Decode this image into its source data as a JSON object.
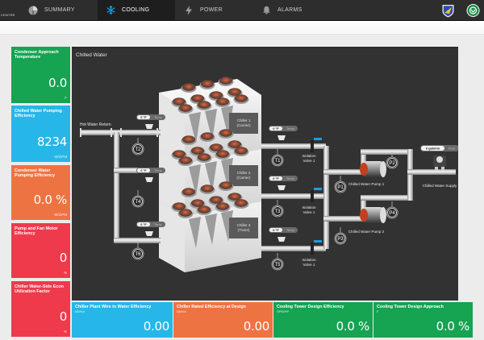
{
  "nav": {
    "corner_label": "CENTER",
    "tabs": [
      {
        "label": "SUMMARY",
        "icon": "pie-chart-icon",
        "active": false
      },
      {
        "label": "COOLING",
        "icon": "snowflake-icon",
        "active": true
      },
      {
        "label": "POWER",
        "icon": "lightning-icon",
        "active": false
      },
      {
        "label": "ALARMS",
        "icon": "bell-icon",
        "active": false
      }
    ],
    "logos": [
      "air-force-shield-logo",
      "green-circle-emblem-logo"
    ],
    "active_color": "#1e9be0"
  },
  "left_tiles": [
    {
      "title": "Condenser Approach Temperature",
      "value": "0.0",
      "unit": "F",
      "color": "#16a352"
    },
    {
      "title": "Chilled Water Pumping Efficiency",
      "value": "8234",
      "unit": "W/GPM",
      "color": "#27b6e8"
    },
    {
      "title": "Condenser Water Pumping Efficiency",
      "value": "0.0 %",
      "unit": "W/GPM",
      "color": "#ee7343"
    },
    {
      "title": "Pump and Fan Motor Efficiency",
      "value": "0",
      "unit": "%",
      "color": "#ef3a4c"
    },
    {
      "title": "Chiller Water-Side Econ Utilization Factor",
      "value": "0",
      "unit": "%",
      "color": "#ef3a4c"
    }
  ],
  "bottom_tiles": [
    {
      "title": "Chiller Plant Wire to Water Efficiency",
      "unit": "kW/ton",
      "value": "0.00",
      "color": "#27b6e8"
    },
    {
      "title": "Chiller Rated Efficiency at Design",
      "unit": "kW/ton",
      "value": "0.00",
      "color": "#ee7343"
    },
    {
      "title": "Cooling Tower Design Efficiency",
      "unit": "GPM/HP",
      "value": "0.0 %",
      "color": "#16a352"
    },
    {
      "title": "Cooling Tower Design Approach",
      "unit": "F",
      "value": "0.0 %",
      "color": "#16a352"
    }
  ],
  "diagram": {
    "title": "Chilled Water",
    "hot_water_return": "Hot Water Return",
    "chilled_water_supply": "Chilled Water Supply",
    "chillers": [
      {
        "line1": "Chiller 1",
        "line2": "(Carrier)"
      },
      {
        "line1": "Chiller 2",
        "line2": "(Carrier)"
      },
      {
        "line1": "Chiller 3",
        "line2": "(Trane)"
      }
    ],
    "temp_pills": [
      {
        "value": "0 °F",
        "unit": "Temp"
      },
      {
        "value": "0 °F",
        "unit": "Temp"
      },
      {
        "value": "0 °F",
        "unit": "Temp"
      },
      {
        "value": "0 °F",
        "unit": "Temp"
      },
      {
        "value": "0 °F",
        "unit": "Temp"
      },
      {
        "value": "0 °F",
        "unit": "Temp"
      }
    ],
    "flow_pill": {
      "value": "0 gal/min",
      "unit": "Flow"
    },
    "sensors": [
      "T1",
      "T2",
      "T3",
      "T4",
      "T5",
      "T6",
      "P1",
      "P2",
      "P3",
      "P4"
    ],
    "valves": [
      {
        "line1": "Isolation",
        "line2": "Valve 1"
      },
      {
        "line1": "Isolation",
        "line2": "Valve 1"
      },
      {
        "line1": "Isolation",
        "line2": "Valve 1"
      }
    ],
    "pumps": [
      "Chilled Water Pump 1",
      "Chilled Water Pump 2"
    ],
    "valve_color": "#1e9be0"
  }
}
